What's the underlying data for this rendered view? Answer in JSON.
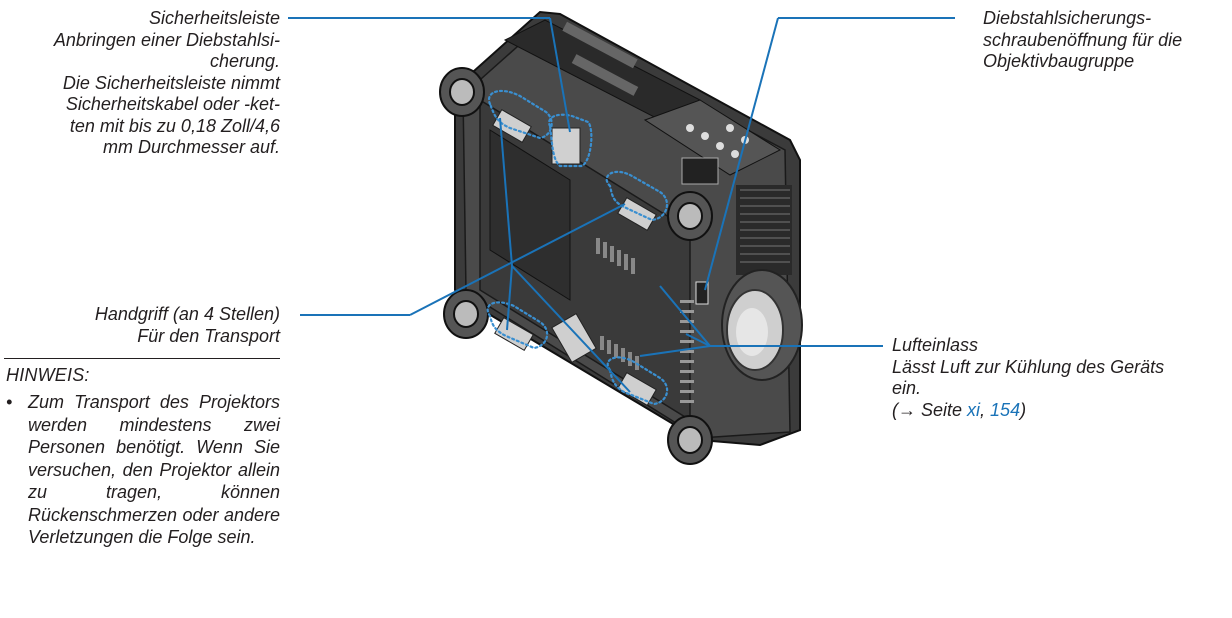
{
  "callouts": {
    "security_bar": {
      "title": "Sicherheitsleiste",
      "lines": [
        "Anbringen einer Diebstahlsi-",
        "cherung.",
        "Die Sicherheitsleiste nimmt",
        "Sicherheitskabel oder -ket-",
        "ten mit bis zu 0,18 Zoll/4,6",
        "mm Durchmesser auf."
      ]
    },
    "handle": {
      "title": "Handgriff (an 4 Stellen)",
      "subtitle": "Für den Transport"
    },
    "lens_lock": {
      "lines": [
        "Diebstahlsicherungs-",
        "schraubenöffnung für die",
        "Objektivbaugruppe"
      ]
    },
    "air_intake": {
      "title": "Lufteinlass",
      "line1": "Lässt Luft zur Kühlung des Geräts",
      "line2": "ein.",
      "ref_prefix": "(→ Seite ",
      "ref1": "xi",
      "ref_sep": ", ",
      "ref2": "154",
      "ref_suffix": ")"
    }
  },
  "note": {
    "heading": "HINWEIS:",
    "bullet": "•",
    "text": "Zum Transport des Projektors werden mindestens zwei Personen benötigt. Wenn Sie versuchen, den Projektor allein zu tragen, können Rückenschmerzen oder andere Verletzungen die Folge sein."
  },
  "colors": {
    "leader": "#1a73b8",
    "text": "#231f20"
  }
}
